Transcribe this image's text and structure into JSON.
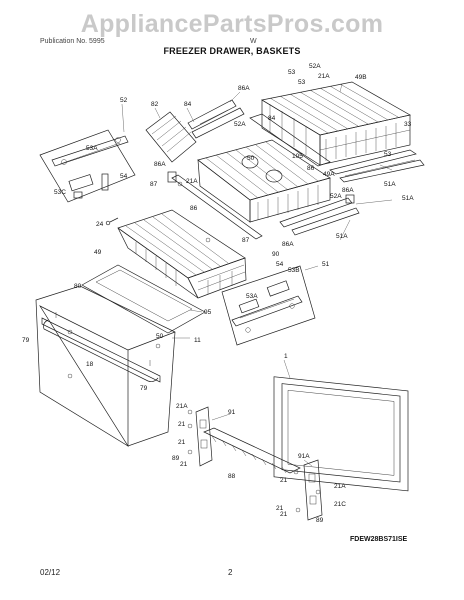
{
  "watermark": "AppliancePartsPros.com",
  "header": {
    "left": "Publication No. 5995",
    "right": "W"
  },
  "title": "FREEZER DRAWER, BASKETS",
  "callouts": {
    "c52": "52",
    "c82": "82",
    "c84a": "84",
    "c86a1": "86A",
    "c53a1": "53",
    "c52a1": "52A",
    "c21a1": "21A",
    "c49b": "49B",
    "c53t": "53",
    "c53r": "33",
    "c53a2": "53A",
    "c54a": "54",
    "c53c": "53C",
    "c24": "24",
    "c50": "50",
    "c105": "105",
    "c86b": "86",
    "c49a": "49A",
    "c52a2": "52A",
    "c86a2": "86A",
    "c87a": "87",
    "c21a2": "21A",
    "c53m": "53",
    "c51a1": "51A",
    "c52a3": "52A",
    "c84b": "84",
    "c86a3": "86A",
    "c86c": "86",
    "c49": "49",
    "c87b": "87",
    "c86a4": "86A",
    "c51a2": "51A",
    "c90": "90",
    "c54b": "54",
    "c53b": "53B",
    "c51": "51",
    "c53a3": "53A",
    "c95": "95",
    "c80": "80",
    "c79a": "79",
    "c11": "11",
    "c18": "18",
    "c50b": "50",
    "c79b": "79",
    "c1": "1",
    "c21a3": "21A",
    "c91": "91",
    "c21a": "21",
    "c21b": "21",
    "c89a": "89",
    "c21c": "21",
    "c88": "88",
    "c91a": "91A",
    "c21d": "21",
    "c21a4": "21A",
    "c21e": "21",
    "c21c2": "21C",
    "c89b": "89",
    "c21f": "21",
    "c51b": "51A"
  },
  "diagram_code": "FDEW28BS71ISE",
  "footer": {
    "date": "02/12",
    "page": "2"
  }
}
